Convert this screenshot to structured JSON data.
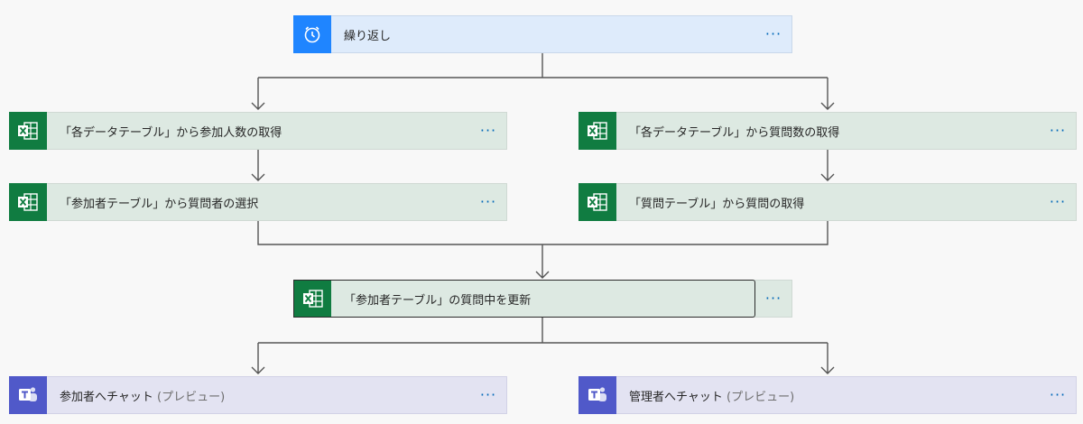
{
  "recurrence": {
    "title": "繰り返し",
    "icon": "alarm-clock-icon",
    "more": "···"
  },
  "left_branch": {
    "get_participant_count": {
      "title": "「各データテーブル」から参加人数の取得",
      "icon": "excel-icon",
      "more": "···"
    },
    "select_questioner": {
      "title": "「参加者テーブル」から質問者の選択",
      "icon": "excel-icon",
      "more": "···"
    }
  },
  "right_branch": {
    "get_question_count": {
      "title": "「各データテーブル」から質問数の取得",
      "icon": "excel-icon",
      "more": "···"
    },
    "get_question": {
      "title": "「質問テーブル」から質問の取得",
      "icon": "excel-icon",
      "more": "···"
    }
  },
  "update_in_question": {
    "title": "「参加者テーブル」の質問中を更新",
    "icon": "excel-icon",
    "more": "···"
  },
  "chat_participant": {
    "title": "参加者へチャット",
    "suffix": "(プレビュー)",
    "icon": "teams-icon",
    "more": "···"
  },
  "chat_admin": {
    "title": "管理者へチャット",
    "suffix": "(プレビュー)",
    "icon": "teams-icon",
    "more": "···"
  },
  "colors": {
    "excel": "#107c41",
    "recurrence": "#1f85ff",
    "teams": "#5059c9",
    "more_link": "#0067b8"
  }
}
